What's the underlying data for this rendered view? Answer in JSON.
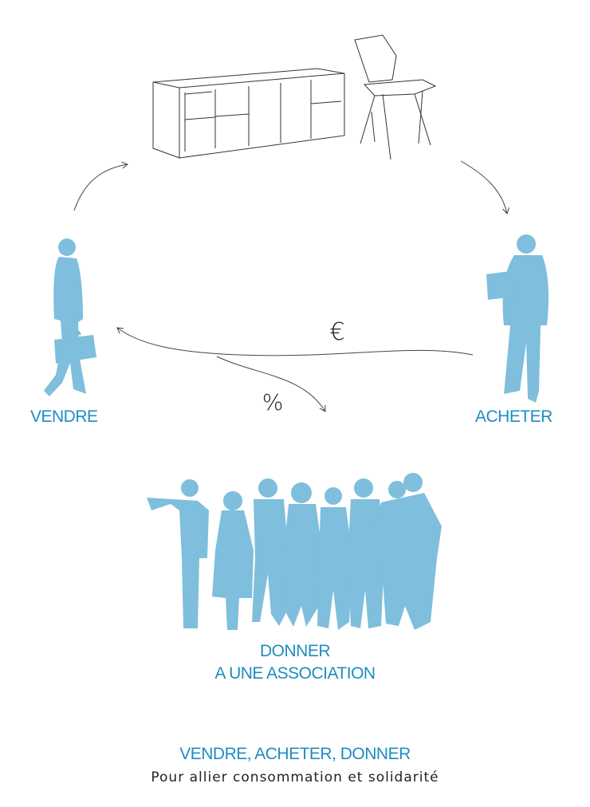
{
  "nodes": {
    "sell": "VENDRE",
    "buy": "ACHETER",
    "donate_line1": "DONNER",
    "donate_line2": "A UNE ASSOCIATION"
  },
  "edges": {
    "money_symbol": "€",
    "percent_symbol": "%"
  },
  "footer": {
    "title": "VENDRE, ACHETER, DONNER",
    "subtitle": "Pour allier consommation et solidarité"
  },
  "icons": [
    "shelf-icon",
    "chair-icon",
    "seller-person-icon",
    "buyer-person-icon",
    "crowd-icon"
  ],
  "colors": {
    "accent": "#1f8cc0",
    "silhouette": "#7fbedd",
    "line": "#444444"
  }
}
